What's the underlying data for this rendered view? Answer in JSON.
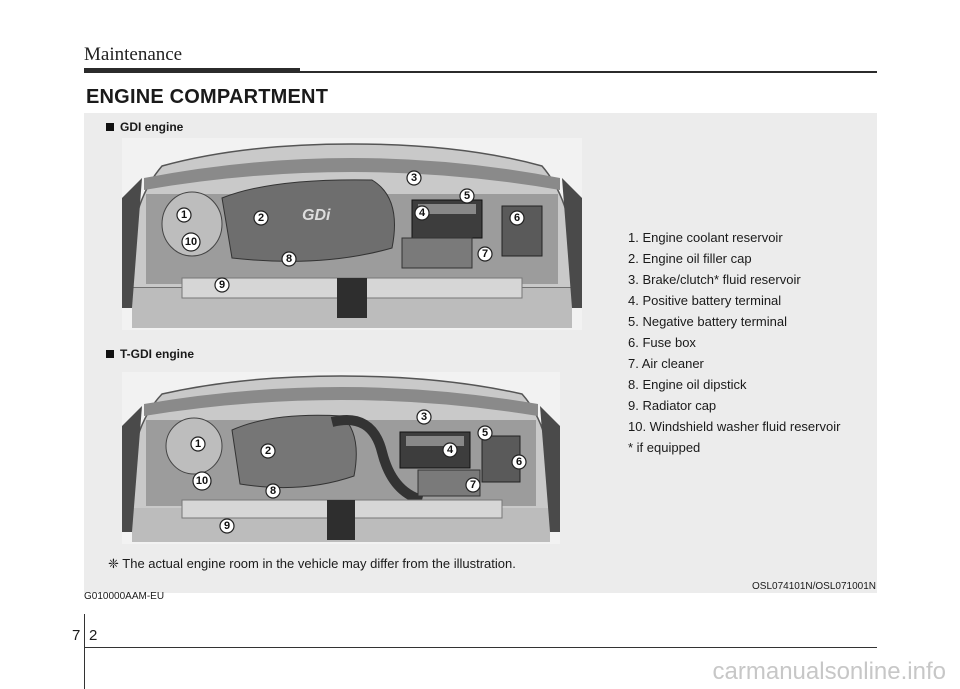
{
  "header": {
    "section": "Maintenance"
  },
  "heading": "ENGINE COMPARTMENT",
  "engines": [
    {
      "label": "GDI engine",
      "markers": [
        "1",
        "2",
        "3",
        "4",
        "5",
        "6",
        "7",
        "8",
        "9",
        "10"
      ]
    },
    {
      "label": "T-GDI engine",
      "markers": [
        "1",
        "2",
        "3",
        "4",
        "5",
        "6",
        "7",
        "8",
        "9",
        "10"
      ]
    }
  ],
  "legend": [
    "1. Engine coolant reservoir",
    "2. Engine oil filler cap",
    "3. Brake/clutch* fluid reservoir",
    "4. Positive battery terminal",
    "5. Negative battery terminal",
    "6. Fuse box",
    "7. Air cleaner",
    "8. Engine oil dipstick",
    "9. Radiator cap",
    "10. Windshield washer fluid reservoir",
    "* if equipped"
  ],
  "note": "❈ The actual engine room in the vehicle may differ from the illustration.",
  "image_code": "OSL074101N/OSL071001N",
  "doc_code": "G010000AAM-EU",
  "footer": {
    "chapter": "7",
    "page": "2"
  },
  "watermark": "carmanualsonline.info"
}
